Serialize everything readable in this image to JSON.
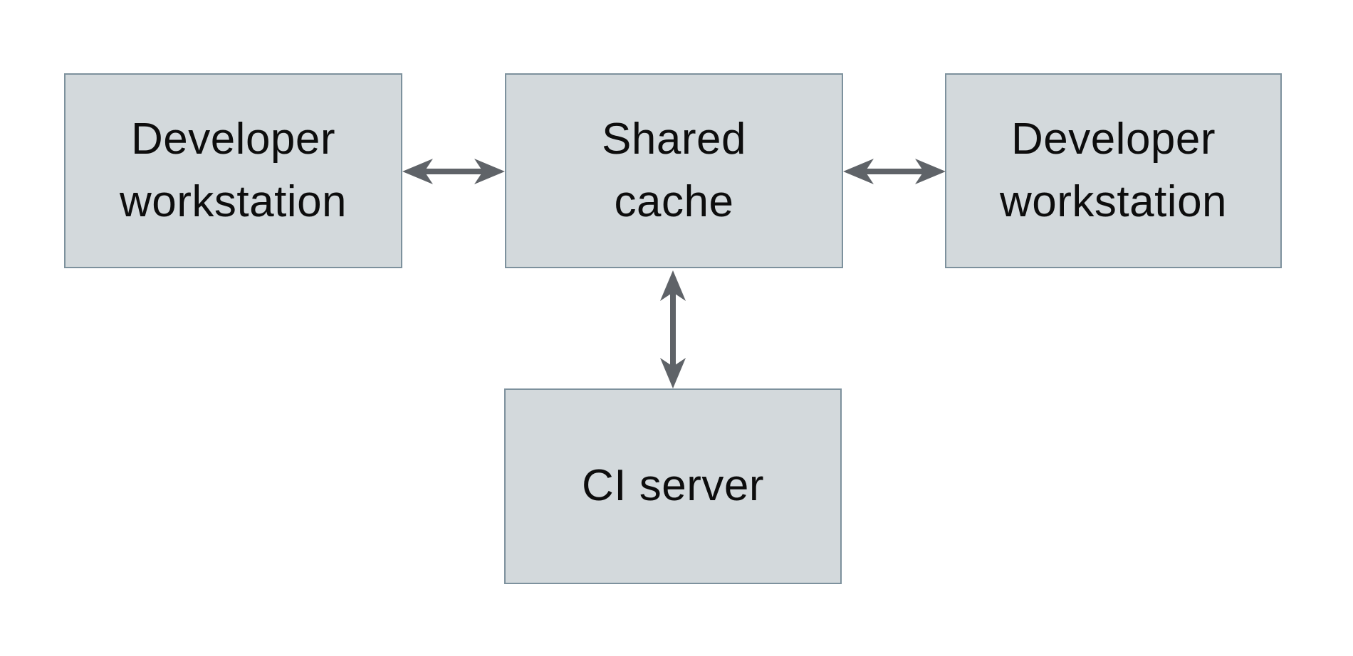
{
  "diagram": {
    "type": "architecture-diagram",
    "background": "#ffffff"
  },
  "nodes": {
    "developer_workstation_left": {
      "label": "Developer workstation",
      "lines": [
        "Developer",
        "workstation"
      ]
    },
    "shared_cache": {
      "label": "Shared cache",
      "lines": [
        "Shared",
        "cache"
      ]
    },
    "developer_workstation_right": {
      "label": "Developer workstation",
      "lines": [
        "Developer",
        "workstation"
      ]
    },
    "ci_server": {
      "label": "CI server",
      "lines": [
        "CI server"
      ]
    }
  },
  "edges": [
    {
      "from": "developer_workstation_left",
      "to": "shared_cache",
      "type": "bidirectional"
    },
    {
      "from": "shared_cache",
      "to": "developer_workstation_right",
      "type": "bidirectional"
    },
    {
      "from": "shared_cache",
      "to": "ci_server",
      "type": "bidirectional"
    }
  ],
  "colors": {
    "background": "#ffffff",
    "node_fill": "#d3d9dc",
    "node_border": "#7d919d",
    "arrow": "#5f6368",
    "text": "#0d0d0d"
  }
}
